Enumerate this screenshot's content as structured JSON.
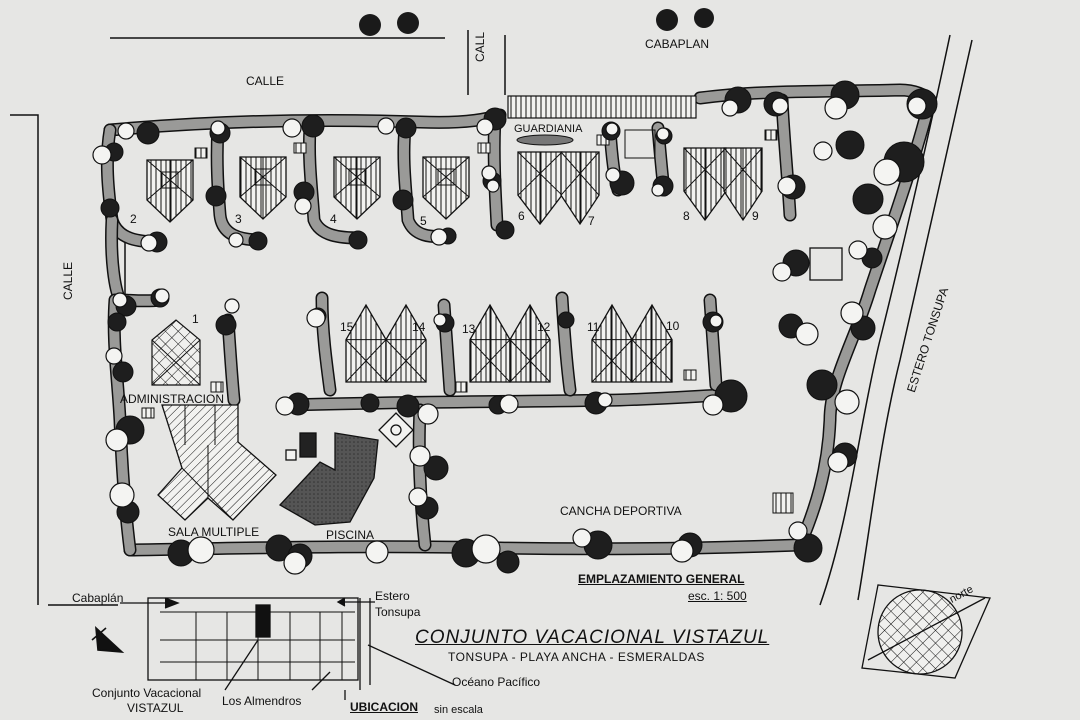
{
  "colors": {
    "paper": "#e6e6e4",
    "ink": "#111111",
    "hedge": "#9a9a98",
    "tree_dark": "#1e1e1e",
    "tree_light": "#f4f4f2"
  },
  "streets": {
    "top": "CALLE",
    "left": "CALLE",
    "vertical": "CALL",
    "top_right": "CABAPLAN",
    "estuary": "ESTERO TONSUPA"
  },
  "buildings": {
    "guardhouse": "GUARDIANIA",
    "administration": "ADMINISTRACION",
    "multipurpose_hall": "SALA MULTIPLE",
    "pool": "PISCINA",
    "sports_court": "CANCHA DEPORTIVA"
  },
  "cabin_numbers_top": [
    "2",
    "3",
    "4",
    "5",
    "6",
    "7",
    "8",
    "9"
  ],
  "cabin_numbers_mid": [
    "1",
    "15",
    "14",
    "13",
    "12",
    "11",
    "10"
  ],
  "heading": {
    "plan_title": "EMPLAZAMIENTO GENERAL",
    "scale": "esc. 1: 500"
  },
  "title_block": {
    "title": "CONJUNTO VACACIONAL VISTAZUL",
    "subtitle": "TONSUPA - PLAYA ANCHA - ESMERALDAS"
  },
  "location_map": {
    "cabaplan": "Cabaplán",
    "estero_1": "Estero",
    "estero_2": "Tonsupa",
    "ocean": "Océano Pacífico",
    "project_1": "Conjunto Vacacional",
    "project_2": "VISTAZUL",
    "almendros": "Los Almendros",
    "heading": "UBICACION",
    "scale": "sin escala"
  },
  "north": {
    "label": "norte"
  }
}
